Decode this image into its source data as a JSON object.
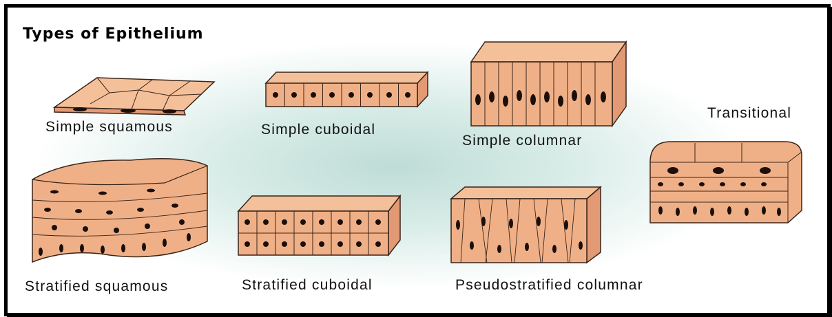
{
  "title": "Types of Epithelium",
  "labels": {
    "simple_squamous": "Simple squamous",
    "simple_cuboidal": "Simple cuboidal",
    "simple_columnar": "Simple columnar",
    "transitional": "Transitional",
    "stratified_squamous": "Stratified squamous",
    "stratified_cuboidal": "Stratified cuboidal",
    "pseudostratified_columnar": "Pseudostratified columnar"
  },
  "colors": {
    "cell_top": "#f4c09a",
    "cell_side": "#e29a74",
    "outline": "#3a2318",
    "nucleus": "#1b0f0b",
    "background_glow": "#bfdcd6"
  }
}
